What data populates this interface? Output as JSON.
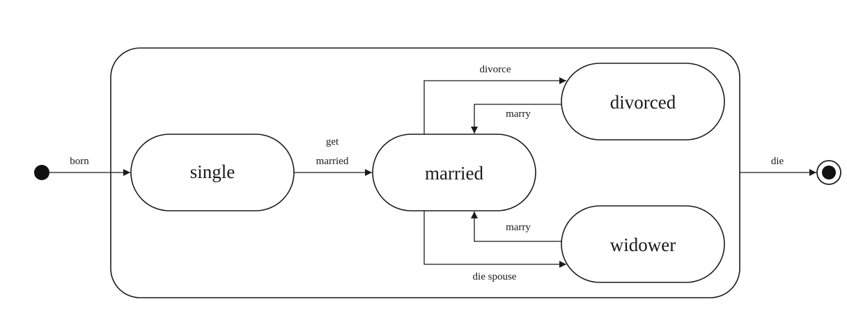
{
  "diagram": {
    "states": {
      "single": "single",
      "married": "married",
      "divorced": "divorced",
      "widower": "widower"
    },
    "transitions": {
      "born": "born",
      "get_married_line1": "get",
      "get_married_line2": "married",
      "divorce": "divorce",
      "marry_from_divorced": "marry",
      "marry_from_widower": "marry",
      "die_spouse": "die spouse",
      "die": "die"
    }
  }
}
